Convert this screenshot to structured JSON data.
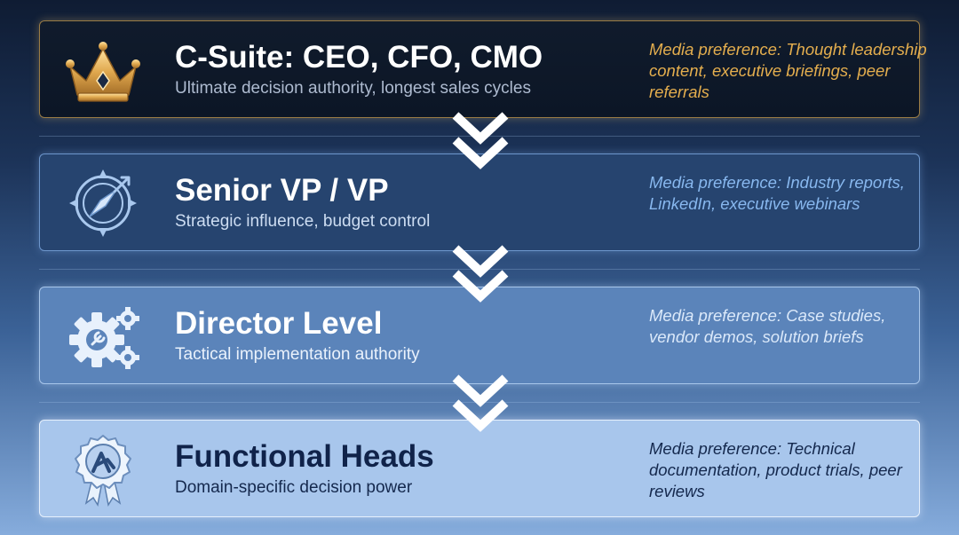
{
  "levels": [
    {
      "title": "C-Suite: CEO, CFO, CMO",
      "subtitle": "Ultimate decision authority, longest sales cycles",
      "media": "Media preference: Thought leadership content, executive briefings, peer referrals",
      "icon": "crown-icon",
      "accent": "#e4ae4e"
    },
    {
      "title": "Senior VP / VP",
      "subtitle": "Strategic influence, budget control",
      "media": "Media preference: Industry reports, LinkedIn, executive webinars",
      "icon": "compass-icon",
      "accent": "#88b8ef"
    },
    {
      "title": "Director Level",
      "subtitle": "Tactical implementation authority",
      "media": "Media preference: Case studies, vendor demos, solution briefs",
      "icon": "gears-icon",
      "accent": "#dbe9fa"
    },
    {
      "title": "Functional Heads",
      "subtitle": "Domain-specific decision power",
      "media": "Media preference: Technical documentation, product trials, peer reviews",
      "icon": "award-badge-icon",
      "accent": "#14284d"
    }
  ],
  "connectors": [
    "chevron-down-icon",
    "chevron-down-icon",
    "chevron-down-icon"
  ]
}
